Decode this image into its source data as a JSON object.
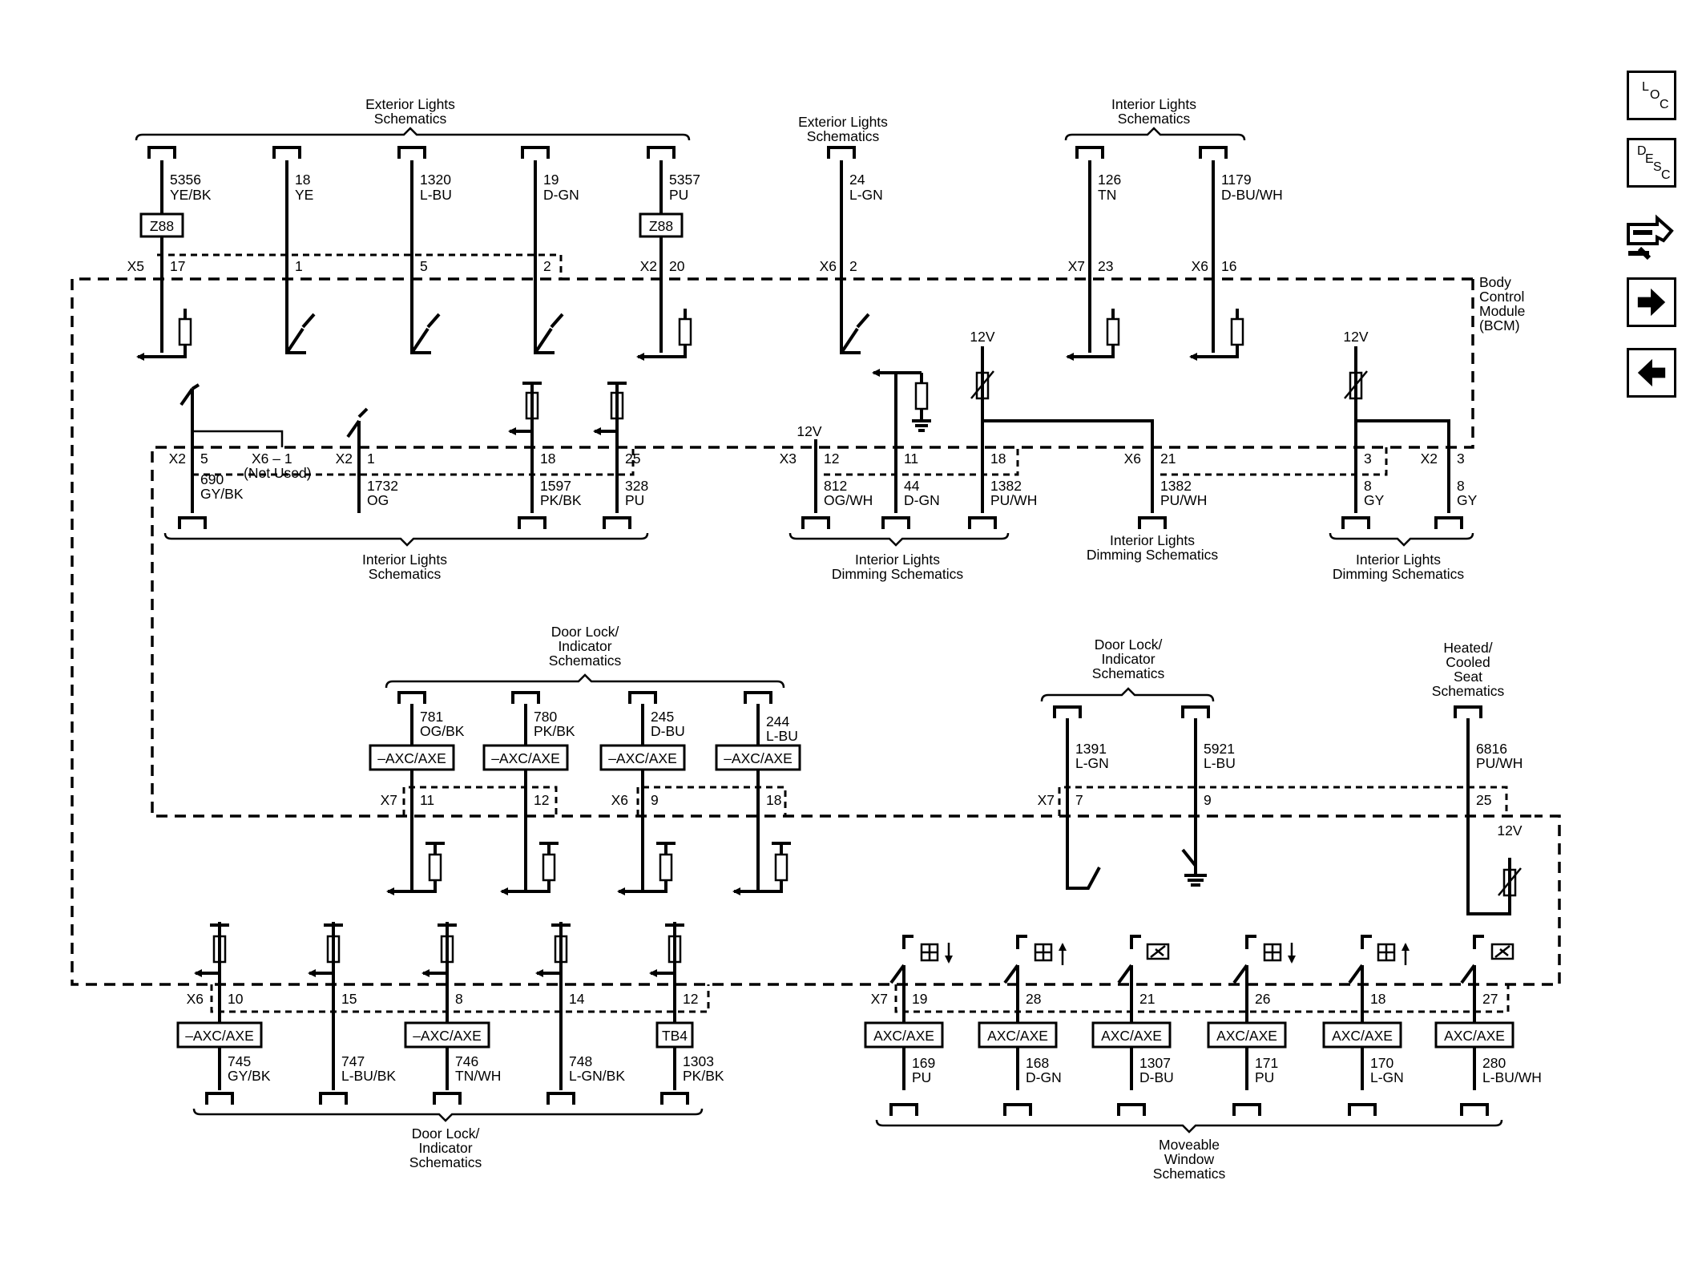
{
  "nav": {
    "loc": {
      "c1": "L",
      "c2": "O",
      "c3": "C"
    },
    "desc": {
      "c1": "D",
      "c2": "E",
      "c3": "S",
      "c4": "C"
    }
  },
  "module": {
    "line1": "Body",
    "line2": "Control",
    "line3": "Module",
    "line4": "(BCM)"
  },
  "top": {
    "ext1": {
      "line1": "Exterior Lights",
      "line2": "Schematics"
    },
    "ext2": {
      "line1": "Exterior Lights",
      "line2": "Schematics"
    },
    "int1": {
      "line1": "Interior Lights",
      "line2": "Schematics"
    },
    "circuits": [
      {
        "num": "5356",
        "color": "YE/BK",
        "fuse": "Z88",
        "conn": "X5",
        "pin": "17"
      },
      {
        "num": "18",
        "color": "YE",
        "pin": "1"
      },
      {
        "num": "1320",
        "color": "L-BU",
        "pin": "5"
      },
      {
        "num": "19",
        "color": "D-GN",
        "pin": "2"
      },
      {
        "num": "5357",
        "color": "PU",
        "fuse": "Z88",
        "conn": "X2",
        "pin": "20"
      },
      {
        "num": "24",
        "color": "L-GN",
        "conn": "X6",
        "pin": "2"
      },
      {
        "num": "126",
        "color": "TN",
        "conn": "X7",
        "pin": "23"
      },
      {
        "num": "1179",
        "color": "D-BU/WH",
        "conn": "X6",
        "pin": "16"
      }
    ]
  },
  "middle": {
    "volt": "12V",
    "pins": [
      {
        "conn": "X2",
        "pin": "5",
        "num": "690",
        "color": "GY/BK"
      },
      {
        "conn": "X6 – 1",
        "note": "(Not Used)"
      },
      {
        "conn": "X2",
        "pin": "1",
        "num": "1732",
        "color": "OG"
      },
      {
        "pin": "18",
        "num": "1597",
        "color": "PK/BK"
      },
      {
        "pin": "25",
        "num": "328",
        "color": "PU"
      },
      {
        "conn": "X3",
        "pin": "12",
        "num": "812",
        "color": "OG/WH"
      },
      {
        "pin": "11",
        "num": "44",
        "color": "D-GN"
      },
      {
        "pin": "18",
        "num": "1382",
        "color": "PU/WH"
      },
      {
        "conn": "X6",
        "pin": "21",
        "num": "1382",
        "color": "PU/WH"
      },
      {
        "pin": "3",
        "num": "8",
        "color": "GY"
      },
      {
        "conn": "X2",
        "pin": "3",
        "num": "8",
        "color": "GY"
      }
    ],
    "int_lights": {
      "line1": "Interior Lights",
      "line2": "Schematics"
    },
    "dim1": {
      "line1": "Interior Lights",
      "line2": "Dimming Schematics"
    },
    "dim2": {
      "line1": "Interior Lights",
      "line2": "Dimming Schematics"
    },
    "dim3": {
      "line1": "Interior Lights",
      "line2": "Dimming Schematics"
    }
  },
  "lower": {
    "doorlock1": {
      "line1": "Door Lock/",
      "line2": "Indicator",
      "line3": "Schematics"
    },
    "doorlock2": {
      "line1": "Door Lock/",
      "line2": "Indicator",
      "line3": "Schematics"
    },
    "heated": {
      "line1": "Heated/",
      "line2": "Cooled",
      "line3": "Seat",
      "line4": "Schematics"
    },
    "axc_neg": "–AXC/AXE",
    "circuits": [
      {
        "num": "781",
        "color": "OG/BK",
        "conn": "X7",
        "pin": "11"
      },
      {
        "num": "780",
        "color": "PK/BK",
        "pin": "12"
      },
      {
        "num": "245",
        "color": "D-BU",
        "conn": "X6",
        "pin": "9"
      },
      {
        "num": "244",
        "color": "L-BU",
        "pin": "18"
      },
      {
        "num": "1391",
        "color": "L-GN",
        "conn": "X7",
        "pin": "7"
      },
      {
        "num": "5921",
        "color": "L-BU",
        "pin": "9"
      },
      {
        "num": "6816",
        "color": "PU/WH",
        "pin": "25"
      }
    ]
  },
  "bottom": {
    "axc_neg": "–AXC/AXE",
    "axc": "AXC/AXE",
    "tb": "TB4",
    "doorlock": {
      "line1": "Door Lock/",
      "line2": "Indicator",
      "line3": "Schematics"
    },
    "window": {
      "line1": "Moveable",
      "line2": "Window",
      "line3": "Schematics"
    },
    "left": [
      {
        "conn": "X6",
        "pin": "10",
        "num": "745",
        "color": "GY/BK"
      },
      {
        "pin": "15",
        "num": "747",
        "color": "L-BU/BK"
      },
      {
        "pin": "8",
        "num": "746",
        "color": "TN/WH"
      },
      {
        "pin": "14",
        "num": "748",
        "color": "L-GN/BK"
      },
      {
        "pin": "12",
        "num": "1303",
        "color": "PK/BK"
      }
    ],
    "right": [
      {
        "conn": "X7",
        "pin": "19",
        "num": "169",
        "color": "PU"
      },
      {
        "pin": "28",
        "num": "168",
        "color": "D-GN"
      },
      {
        "pin": "21",
        "num": "1307",
        "color": "D-BU"
      },
      {
        "pin": "26",
        "num": "171",
        "color": "PU"
      },
      {
        "pin": "18",
        "num": "170",
        "color": "L-GN"
      },
      {
        "pin": "27",
        "num": "280",
        "color": "L-BU/WH"
      }
    ]
  }
}
